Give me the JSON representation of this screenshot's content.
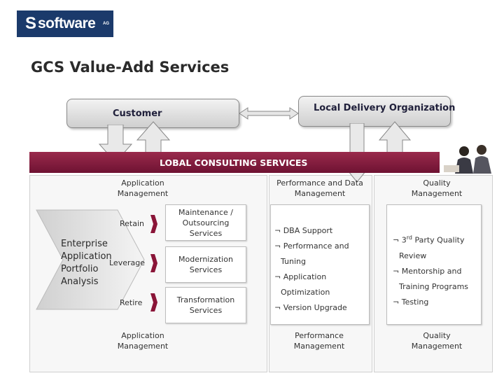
{
  "logo": {
    "s": "S",
    "word": "software",
    "suffix": "AG"
  },
  "title": "GCS Value-Add Services",
  "top": {
    "customer": "Customer",
    "ldo": "Local Delivery Organization"
  },
  "gcs_label": "LOBAL CONSULTING SERVICES",
  "columns": {
    "app_mgmt_top": [
      "Application",
      "Management"
    ],
    "perf_top": [
      "Performance and Data",
      "Management"
    ],
    "quality_top": [
      "Quality",
      "Management"
    ],
    "app_mgmt_bottom": [
      "Application",
      "Management"
    ],
    "perf_bottom": [
      "Performance",
      "Management"
    ],
    "quality_bottom": [
      "Quality",
      "Management"
    ]
  },
  "enterprise": [
    "Enterprise",
    "Application",
    "Portfolio",
    "Analysis"
  ],
  "steps": {
    "retain": "Retain",
    "leverage": "Leverage",
    "retire": "Retire"
  },
  "services": {
    "maintenance": [
      "Maintenance /",
      "Outsourcing",
      "Services"
    ],
    "modernization": [
      "Modernization",
      "Services"
    ],
    "transformation": [
      "Transformation",
      "Services"
    ]
  },
  "perf_bullets": [
    [
      "¬ DBA Support"
    ],
    [
      "¬ Performance and",
      "Tuning"
    ],
    [
      "¬ Application",
      "Optimization"
    ],
    [
      "¬ Version Upgrade"
    ]
  ],
  "quality_bullets": {
    "third_prefix": "¬ 3",
    "third_sup": "rd",
    "third_rest": " Party Quality",
    "third_line2": "Review",
    "mentorship": [
      "¬ Mentorship and",
      "Training Programs"
    ],
    "testing": "¬ Testing"
  },
  "colors": {
    "brand_navy": "#1b3a6b",
    "gcs_bar": "#7e1a3c",
    "chevron": "#8a1538"
  }
}
